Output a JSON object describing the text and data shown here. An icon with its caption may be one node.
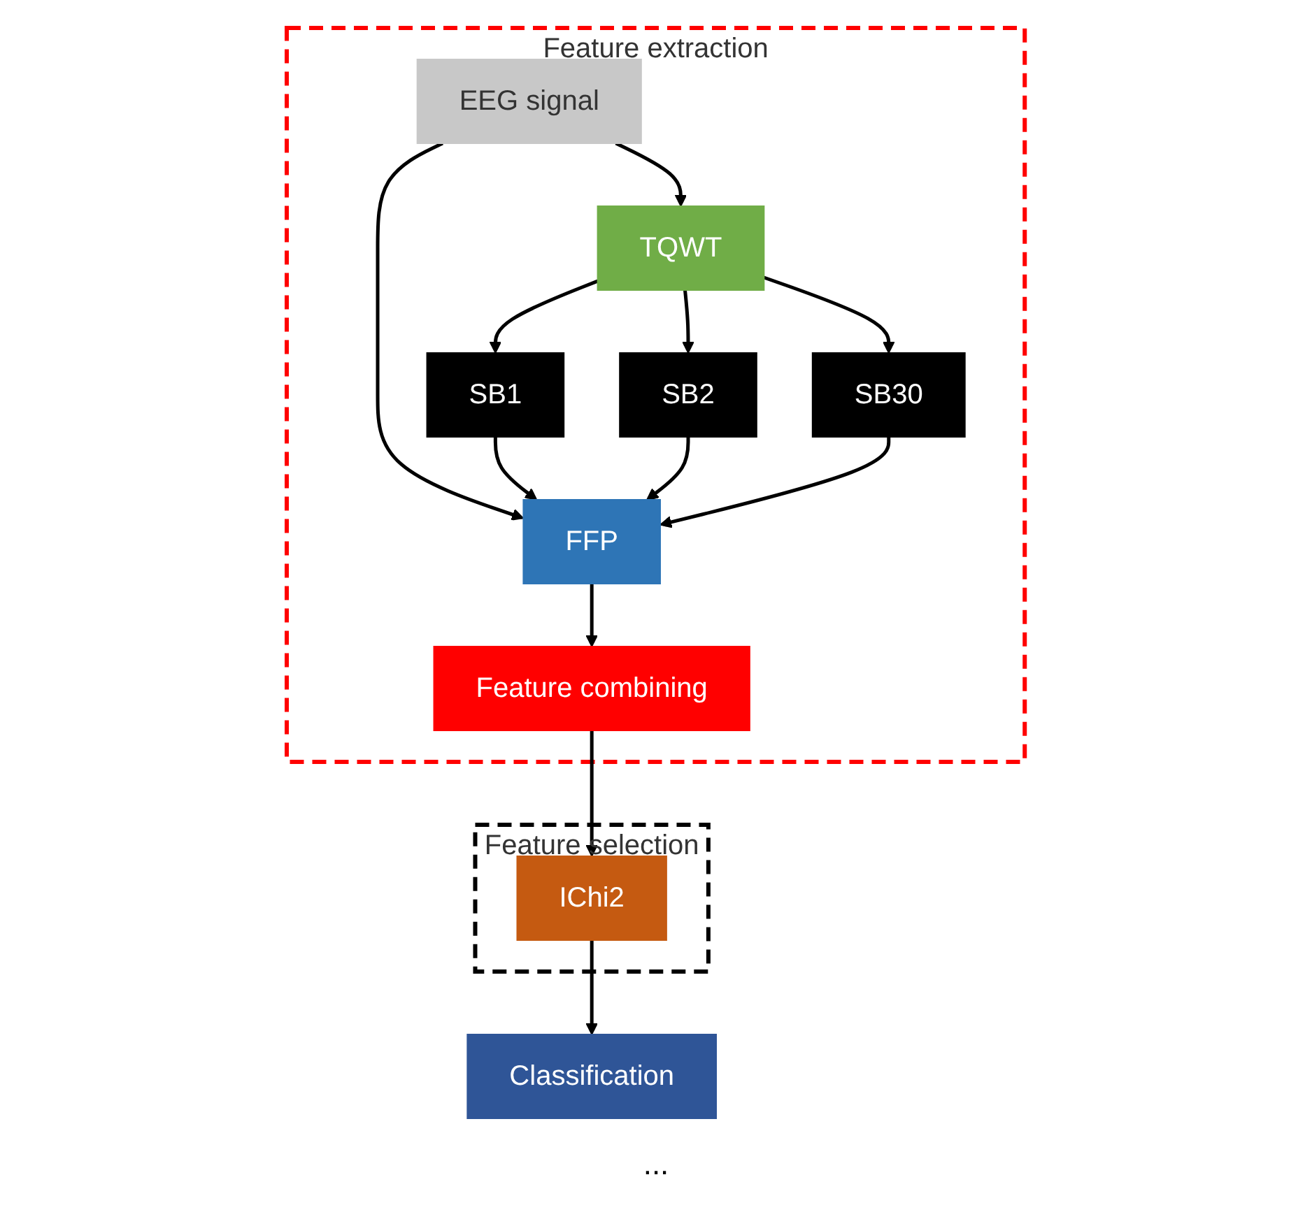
{
  "diagram": {
    "nodes": [
      {
        "text": [
          "Feature extraction"
        ]
      },
      {
        "text": [
          "EEG signal"
        ],
        "in": 0
      },
      {
        "text": [
          "TQWT"
        ],
        "in": 0
      },
      {
        "text": [
          "SB1"
        ],
        "in": 0
      },
      {
        "text": [
          "SB2"
        ],
        "in": 0
      },
      {
        "text": [
          "SB30"
        ],
        "in": 0
      },
      {
        "text": [
          "FFP"
        ],
        "in": 0
      },
      {
        "text": [
          "Feature combining"
        ],
        "in": 0
      },
      {
        "text": [
          "Feature selection"
        ]
      },
      {
        "text": [
          "IChi2"
        ],
        "in": 8
      },
      {
        "text": [
          "Classification"
        ]
      }
    ],
    "edges": [
      {
        "from": 1,
        "to": 2,
        "arrow": "to"
      },
      {
        "from": 1,
        "to": 6,
        "arrow": "to"
      },
      {
        "from": 2,
        "to": 3,
        "arrow": "to"
      },
      {
        "from": 2,
        "to": 4,
        "arrow": "to"
      },
      {
        "from": 2,
        "to": 5,
        "arrow": "to"
      },
      {
        "from": 3,
        "to": 6,
        "arrow": "to"
      },
      {
        "from": 4,
        "to": 6,
        "arrow": "to"
      },
      {
        "from": 5,
        "to": 6,
        "arrow": "to"
      },
      {
        "from": 6,
        "to": 7,
        "arrow": "to"
      },
      {
        "from": 7,
        "to": 9,
        "arrow": "to"
      },
      {
        "from": 9,
        "to": 10,
        "arrow": "to"
      }
    ],
    "labels": [
      "..."
    ]
  }
}
